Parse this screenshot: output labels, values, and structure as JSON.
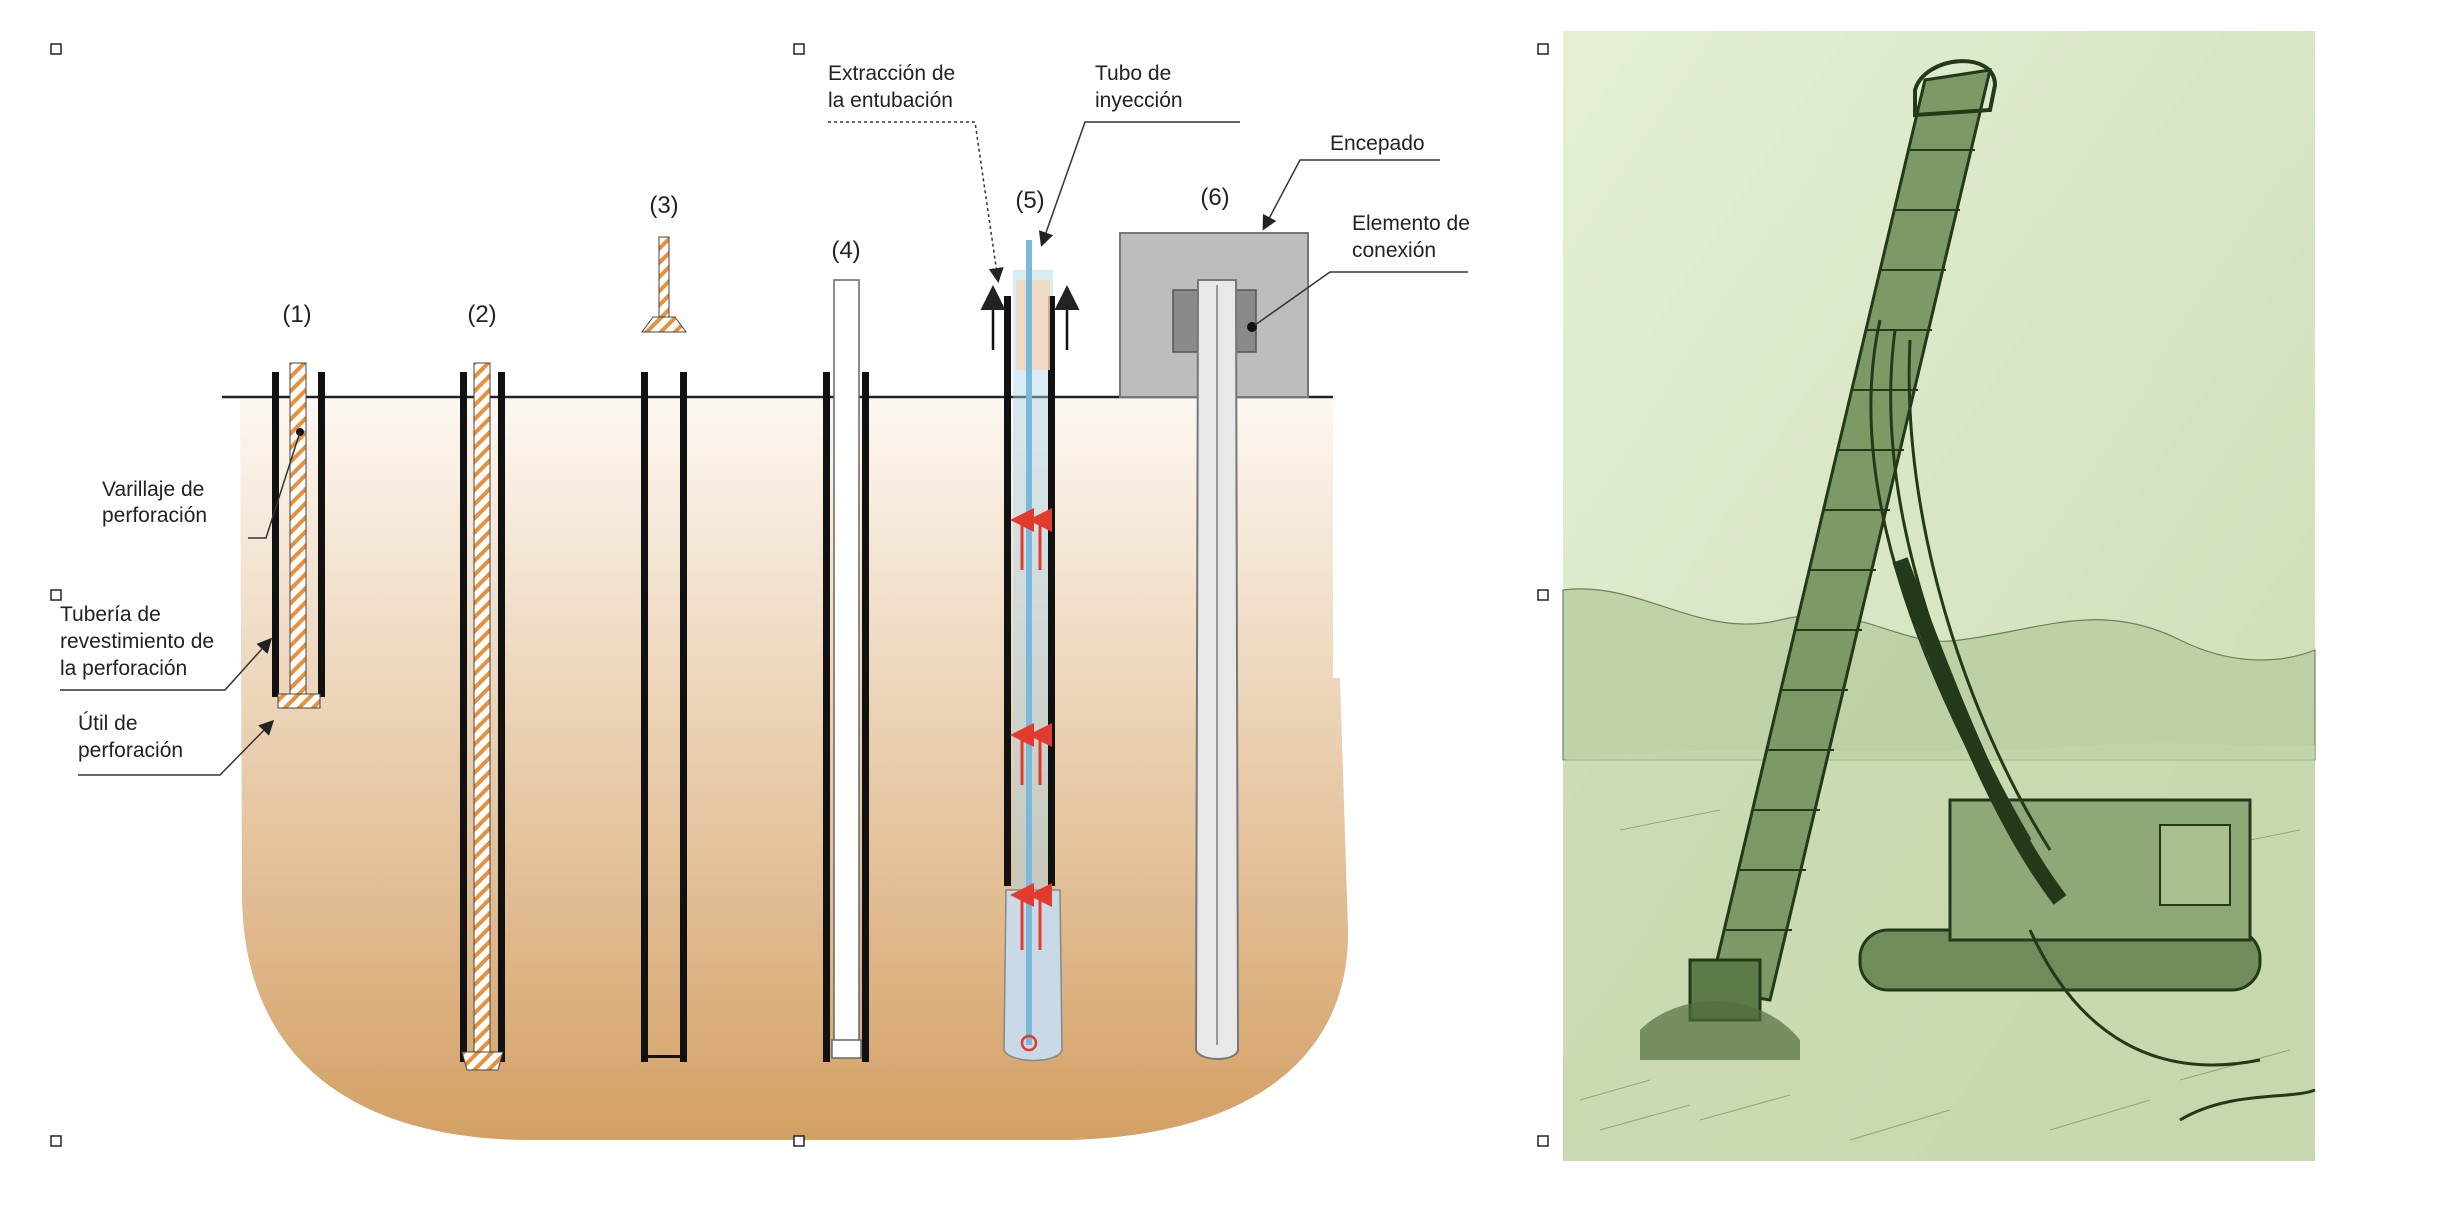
{
  "labels": {
    "varillaje": [
      "Varillaje de",
      "perforación"
    ],
    "tuberia": [
      "Tubería de",
      "revestimiento de",
      "la perforación"
    ],
    "util": [
      "Útil de",
      "perforación"
    ],
    "extraccion": [
      "Extracción de",
      "la entubación"
    ],
    "tubo": [
      "Tubo de",
      "inyección"
    ],
    "encepado": "Encepado",
    "elemento": [
      "Elemento de",
      "conexión"
    ]
  },
  "stages": [
    "(1)",
    "(2)",
    "(3)",
    "(4)",
    "(5)",
    "(6)"
  ],
  "colors": {
    "soil_top": "#fdf8f2",
    "soil_bottom": "#d4a064",
    "hatch": "#e8903c",
    "casing": "#111111",
    "grout": "#a9d4ea",
    "pile_cap": "#bdbdbd",
    "photo_tint": "#d7e6c3",
    "photo_ink": "#2e4a22"
  }
}
